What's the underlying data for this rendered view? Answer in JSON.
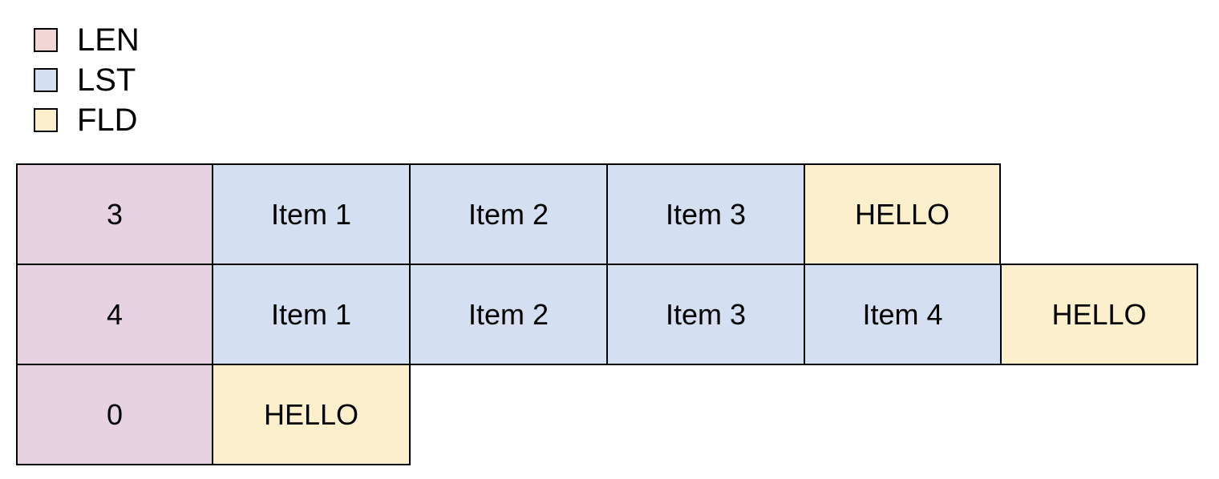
{
  "legend": {
    "items": [
      {
        "label": "LEN",
        "color": "#f2d6d6",
        "key": "len"
      },
      {
        "label": "LST",
        "color": "#d4e0f1",
        "key": "lst"
      },
      {
        "label": "FLD",
        "color": "#fcefcc",
        "key": "fld"
      }
    ]
  },
  "colors": {
    "len_cell": "#e6d2e0",
    "lst_cell": "#d4e0f1",
    "fld_cell": "#fcefcc",
    "border": "#000000",
    "background": "#ffffff"
  },
  "table": {
    "rows": [
      {
        "length": "3",
        "cells": [
          {
            "text": "3",
            "type": "len"
          },
          {
            "text": "Item 1",
            "type": "lst"
          },
          {
            "text": "Item 2",
            "type": "lst"
          },
          {
            "text": "Item 3",
            "type": "lst"
          },
          {
            "text": "HELLO",
            "type": "fld"
          }
        ]
      },
      {
        "length": "4",
        "cells": [
          {
            "text": "4",
            "type": "len"
          },
          {
            "text": "Item 1",
            "type": "lst"
          },
          {
            "text": "Item 2",
            "type": "lst"
          },
          {
            "text": "Item 3",
            "type": "lst"
          },
          {
            "text": "Item 4",
            "type": "lst"
          },
          {
            "text": "HELLO",
            "type": "fld"
          }
        ]
      },
      {
        "length": "0",
        "cells": [
          {
            "text": "0",
            "type": "len"
          },
          {
            "text": "HELLO",
            "type": "fld"
          }
        ]
      }
    ]
  }
}
